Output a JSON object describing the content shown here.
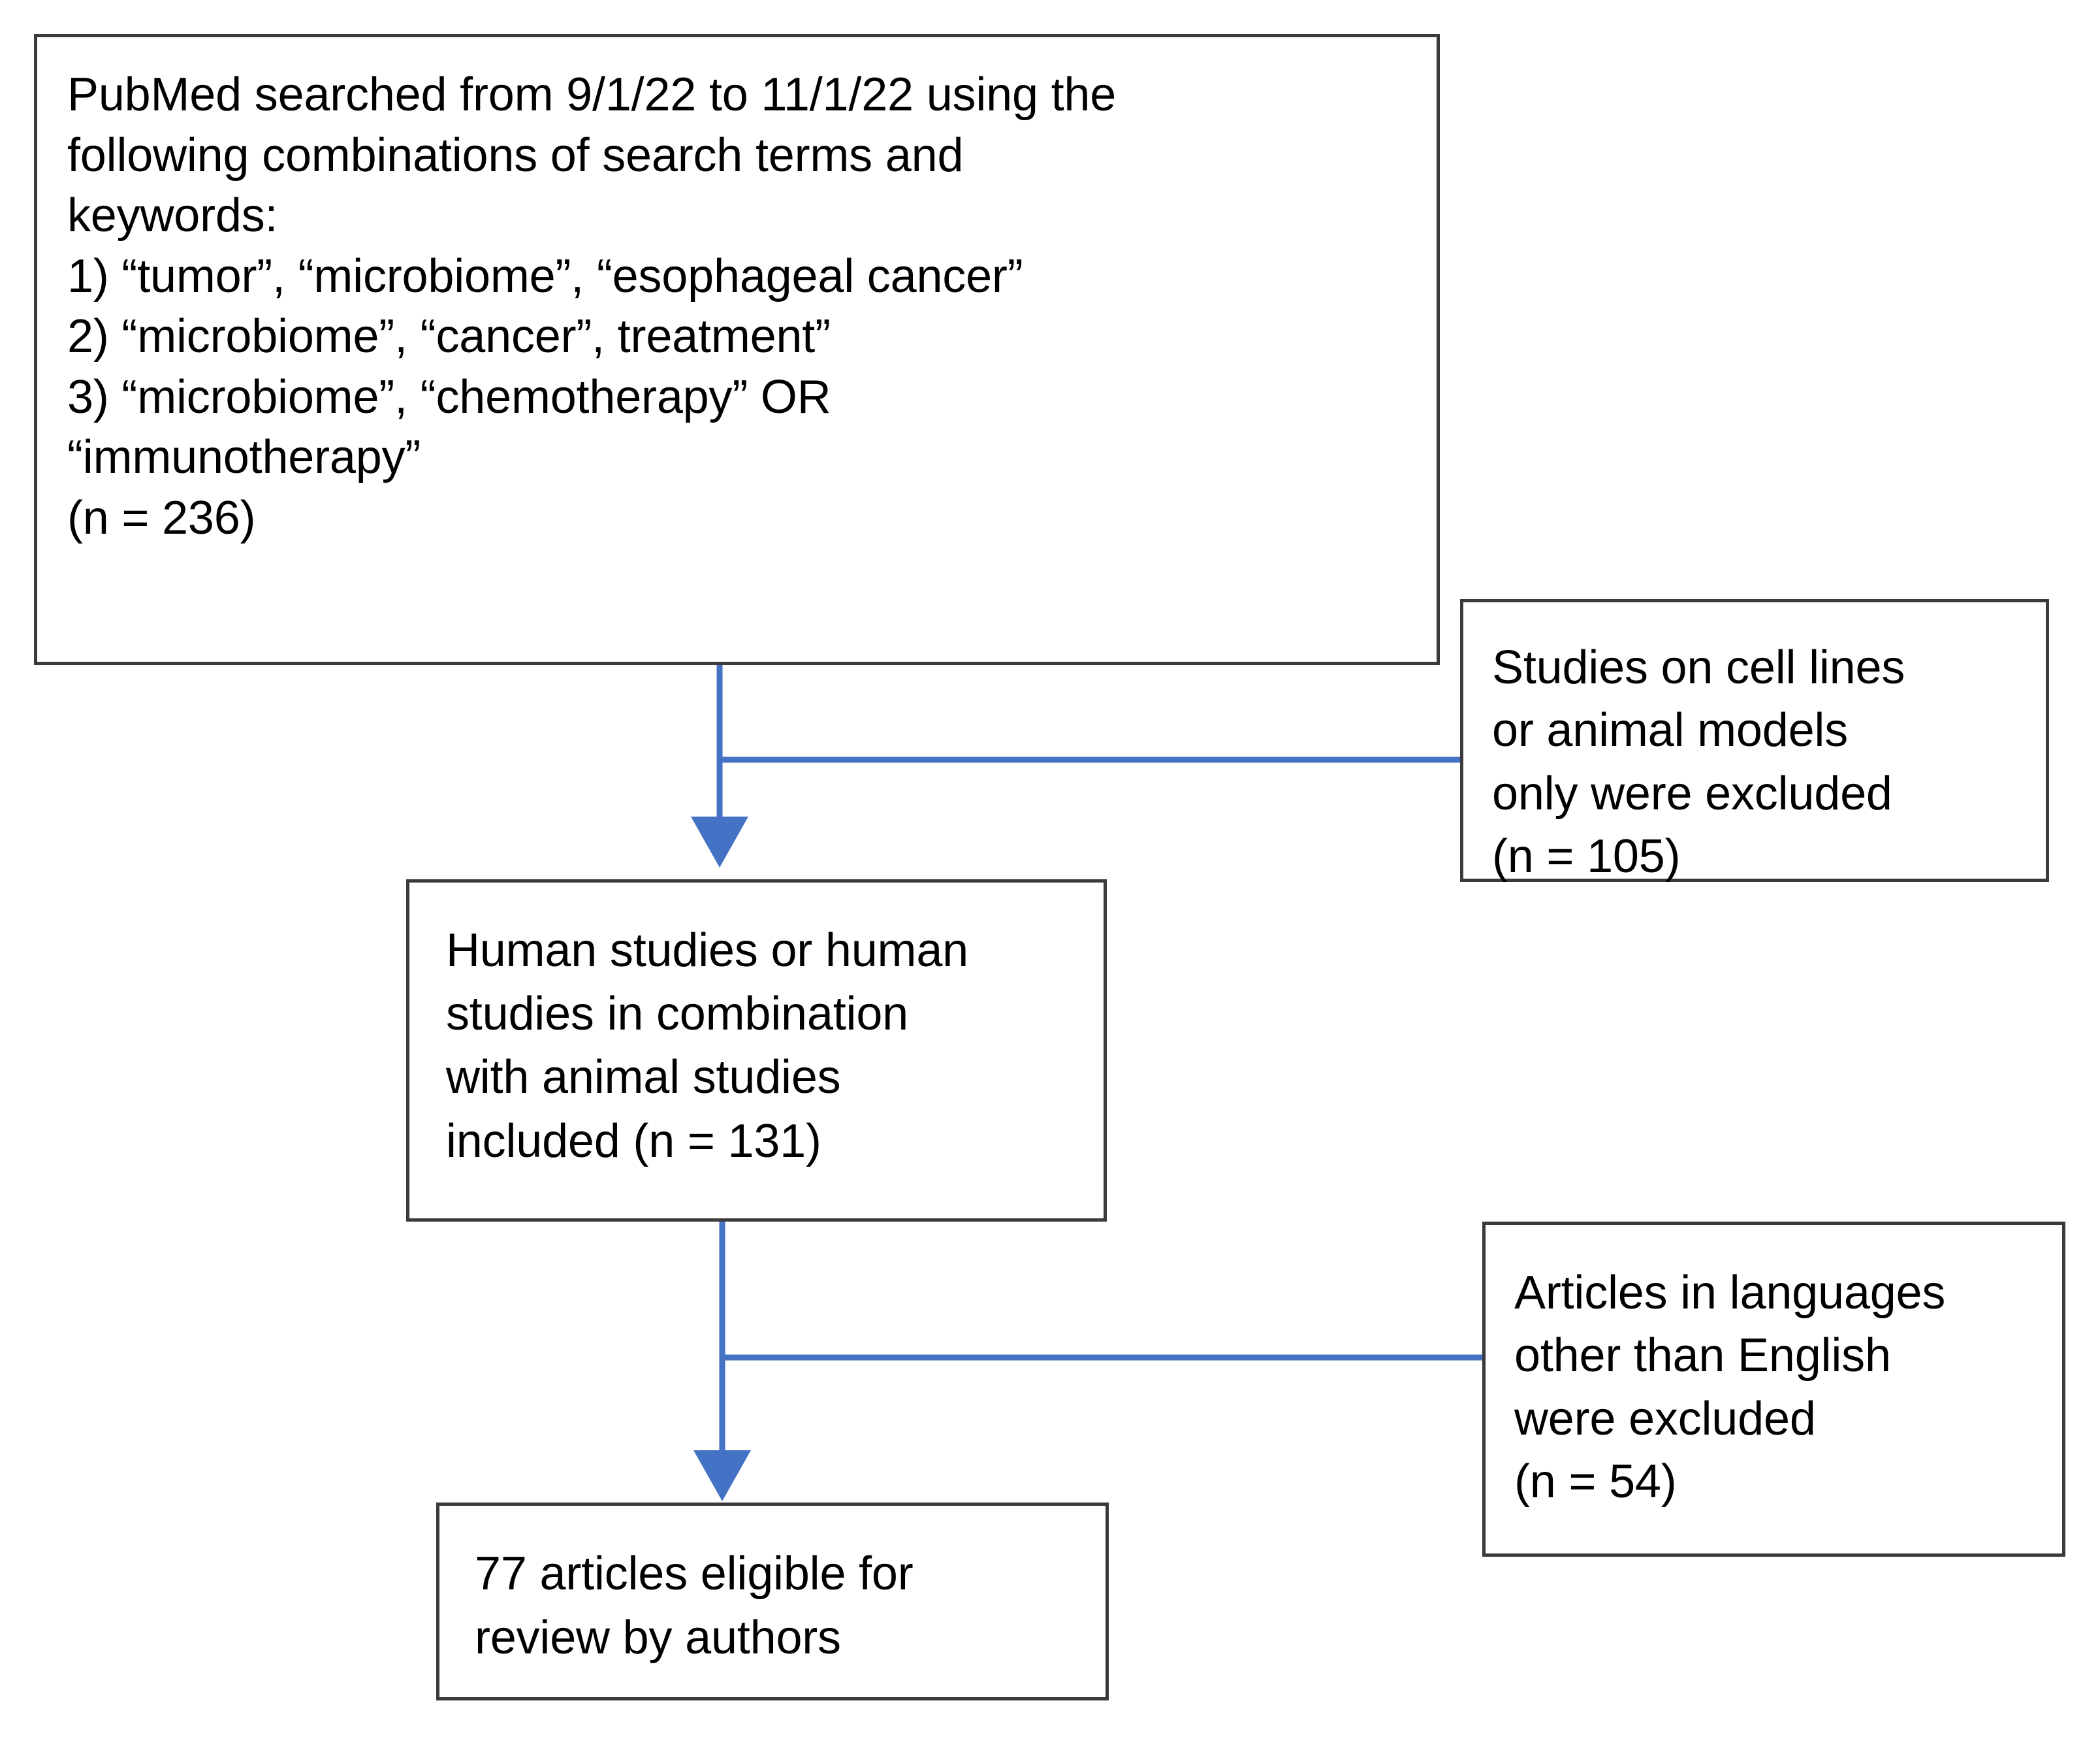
{
  "diagram": {
    "type": "flowchart",
    "title": "Literature search and article selection flow diagram",
    "accent_color": "#4472C4",
    "box_border_color": "#3A3A3A",
    "text_color": "#000000",
    "background_color": "#FFFFFF"
  },
  "nodes": {
    "search": {
      "id": "search-strategy",
      "text": "PubMed searched from 9/1/22 to 11/1/22 using the\nfollowing combinations of search terms and\nkeywords:\n1) “tumor”, “microbiome”, “esophageal cancer”\n2) “microbiome”, “cancer”, treatment”\n3) “microbiome”, “chemotherapy” OR\n“immunotherapy”\n(n = 236)",
      "count_label": "(n = 236)",
      "count": 236
    },
    "exclude_cell_lines": {
      "id": "exclusion-cell-lines-animal-models",
      "text": "Studies on cell lines\nor animal models\nonly were excluded\n(n = 105)",
      "count_label": "(n = 105)",
      "count": 105
    },
    "human_studies": {
      "id": "human-studies-included",
      "text": "Human studies or human\nstudies in combination\nwith animal studies\nincluded (n = 131)",
      "count_label": "(n = 131)",
      "count": 131
    },
    "exclude_language": {
      "id": "exclusion-non-english",
      "text": "Articles in languages\nother than English\nwere excluded\n(n = 54)",
      "count_label": "(n = 54)",
      "count": 54
    },
    "eligible": {
      "id": "articles-eligible-for-review",
      "text": "77 articles eligible for\nreview by authors",
      "count_label": "77",
      "count": 77
    }
  },
  "connectors": [
    {
      "id": "search-to-human-studies",
      "from": "search",
      "to": "human_studies",
      "kind": "arrow-down"
    },
    {
      "id": "search-to-exclude-cell-lines",
      "from": "search",
      "to": "exclude_cell_lines",
      "kind": "line-right"
    },
    {
      "id": "human-studies-to-eligible",
      "from": "human_studies",
      "to": "eligible",
      "kind": "arrow-down"
    },
    {
      "id": "human-studies-to-exclude-language",
      "from": "human_studies",
      "to": "exclude_language",
      "kind": "line-right"
    }
  ]
}
